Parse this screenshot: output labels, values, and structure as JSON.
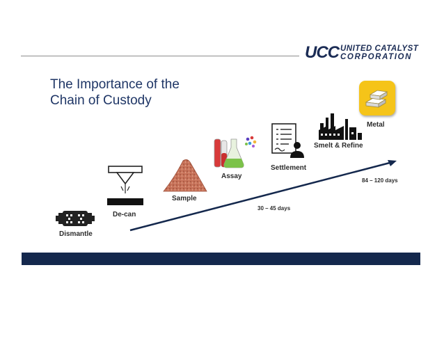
{
  "logo": {
    "mark": "UCC",
    "line1": "UNITED CATALYST",
    "line2": "CORPORATION"
  },
  "title": "The Importance of the\nChain of Custody",
  "stages": [
    {
      "id": "dismantle",
      "label": "Dismantle",
      "icon": "catalytic-converter-icon"
    },
    {
      "id": "decan",
      "label": "De-can",
      "icon": "cutting-press-icon"
    },
    {
      "id": "sample",
      "label": "Sample",
      "icon": "powder-pile-icon"
    },
    {
      "id": "assay",
      "label": "Assay",
      "icon": "lab-flasks-icon"
    },
    {
      "id": "settlement",
      "label": "Settlement",
      "icon": "document-checklist-icon"
    },
    {
      "id": "smelt",
      "label": "Smelt & Refine",
      "icon": "factory-icon"
    },
    {
      "id": "metal",
      "label": "Metal",
      "icon": "gold-bars-icon"
    }
  ],
  "durations": {
    "first": "30 – 45 days",
    "second": "84 – 120 days"
  },
  "colors": {
    "navy": "#14284d",
    "title": "#1f3666",
    "sample": "#c8735a",
    "assay_green": "#7cc24a",
    "assay_red": "#d83a3a",
    "metal_tile": "#f5c419"
  }
}
